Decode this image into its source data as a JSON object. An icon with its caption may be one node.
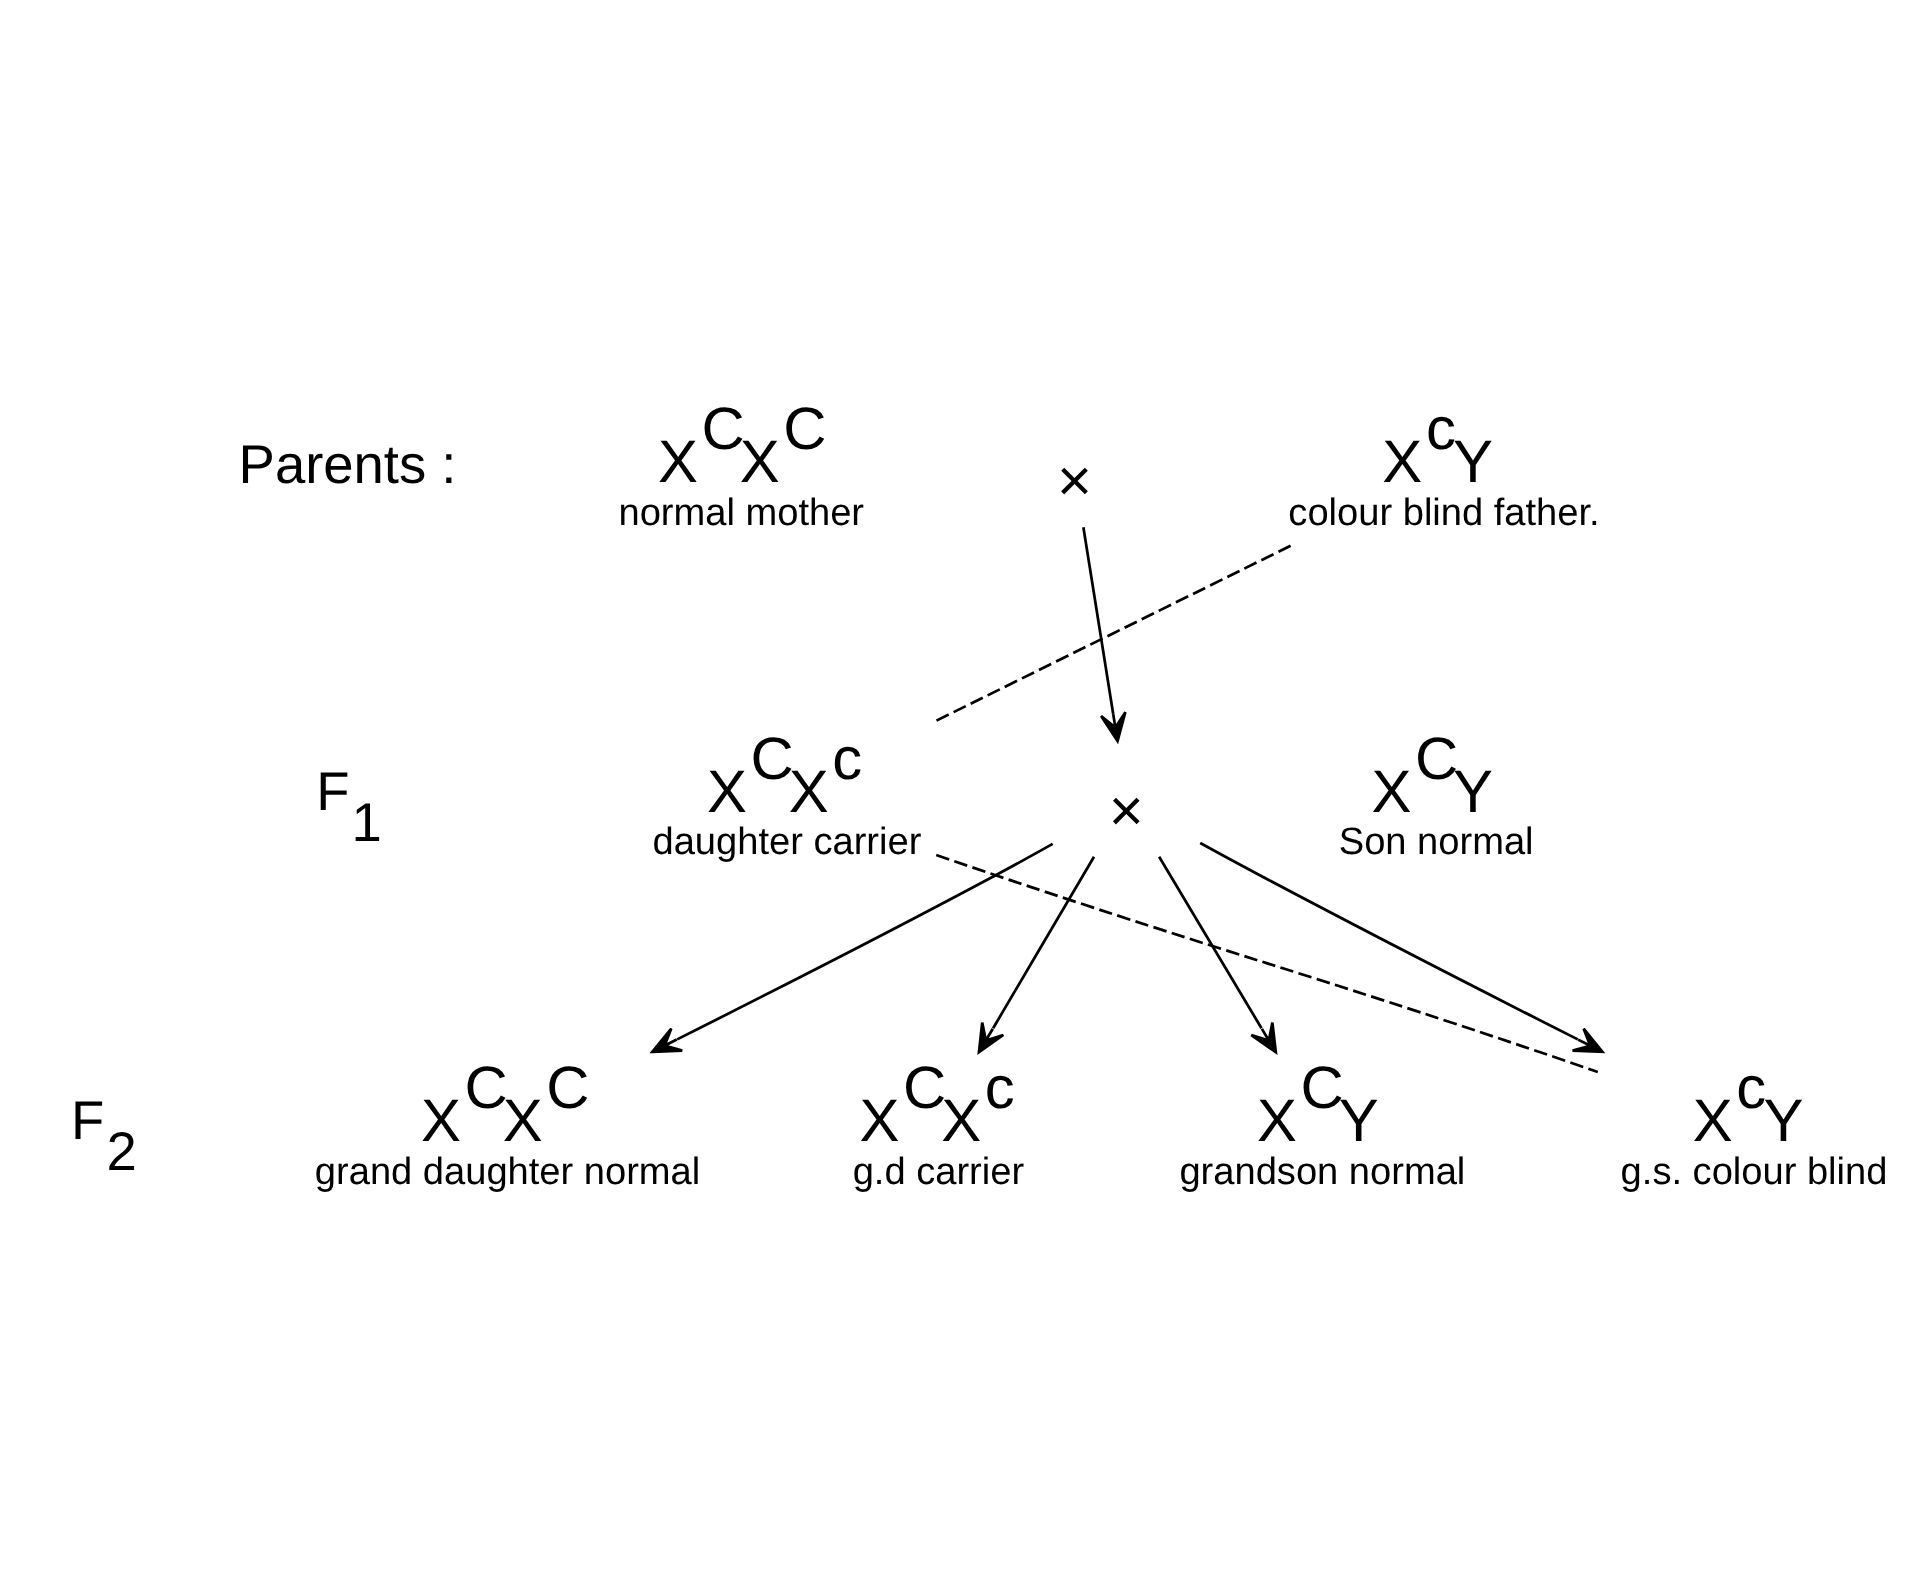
{
  "diagram": {
    "nodes": [
      {
        "text": [
          "X$^{C}$X$^{C}$"
        ],
        "beside": [
          "normal mother"
        ]
      },
      {
        "text": [
          "×"
        ]
      },
      {
        "text": [
          "X$^{c}$Y"
        ],
        "beside": [
          "colour blind father."
        ]
      },
      {
        "text": [
          "X$^{C}$X$^{c}$"
        ],
        "beside": [
          "daughter carrier"
        ]
      },
      {
        "text": [
          "×"
        ]
      },
      {
        "text": [
          "X$^{C}$Y"
        ],
        "beside": [
          "Son normal"
        ]
      },
      {
        "text": [
          "X$^{C}$X$^{C}$"
        ],
        "beside": [
          "grand daughter normal"
        ]
      },
      {
        "text": [
          "X$^{C}$X$^{c}$"
        ],
        "beside": [
          "g.d carrier"
        ]
      },
      {
        "text": [
          "X$^{C}$Y"
        ],
        "beside": [
          "grandson normal"
        ]
      },
      {
        "text": [
          "X$^{c}$Y"
        ],
        "beside": [
          "g.s. colour blind"
        ]
      }
    ],
    "edges": [
      {
        "from": 1,
        "to": 4,
        "arrow": "to"
      },
      {
        "from": 2,
        "to": 3,
        "arrow": "none",
        "style": "dashed"
      },
      {
        "from": 4,
        "to": 6,
        "arrow": "to"
      },
      {
        "from": 4,
        "to": 7,
        "arrow": "to"
      },
      {
        "from": 4,
        "to": 8,
        "arrow": "to"
      },
      {
        "from": 4,
        "to": 9,
        "arrow": "to"
      },
      {
        "from": 3,
        "to": 9,
        "arrow": "none",
        "style": "dashed"
      }
    ],
    "labels": [
      "Parents :",
      "F$_{1}$",
      "F$_{2}$"
    ]
  }
}
